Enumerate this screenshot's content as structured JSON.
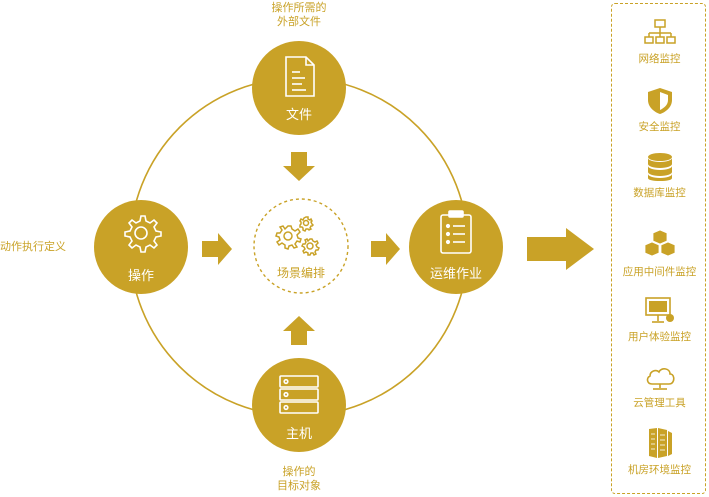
{
  "top_note": "操作所需的\n外部文件",
  "left_note": "动作执行定义",
  "bottom_note": "操作的\n目标对象",
  "nodes": {
    "file": "文件",
    "operation": "操作",
    "host": "主机",
    "ops": "运维作业",
    "center": "场景编排"
  },
  "monitor_panel": {
    "items": [
      {
        "label": "网络监控",
        "icon": "network-icon"
      },
      {
        "label": "安全监控",
        "icon": "shield-icon"
      },
      {
        "label": "数据库监控",
        "icon": "database-icon"
      },
      {
        "label": "应用中间件监控",
        "icon": "cubes-icon"
      },
      {
        "label": "用户体验监控",
        "icon": "monitor-icon"
      },
      {
        "label": "云管理工具",
        "icon": "cloud-icon"
      },
      {
        "label": "机房环境监控",
        "icon": "server-rack-icon"
      }
    ]
  },
  "colors": {
    "accent": "#c9a227",
    "node": "#c9a227",
    "white": "#ffffff"
  }
}
